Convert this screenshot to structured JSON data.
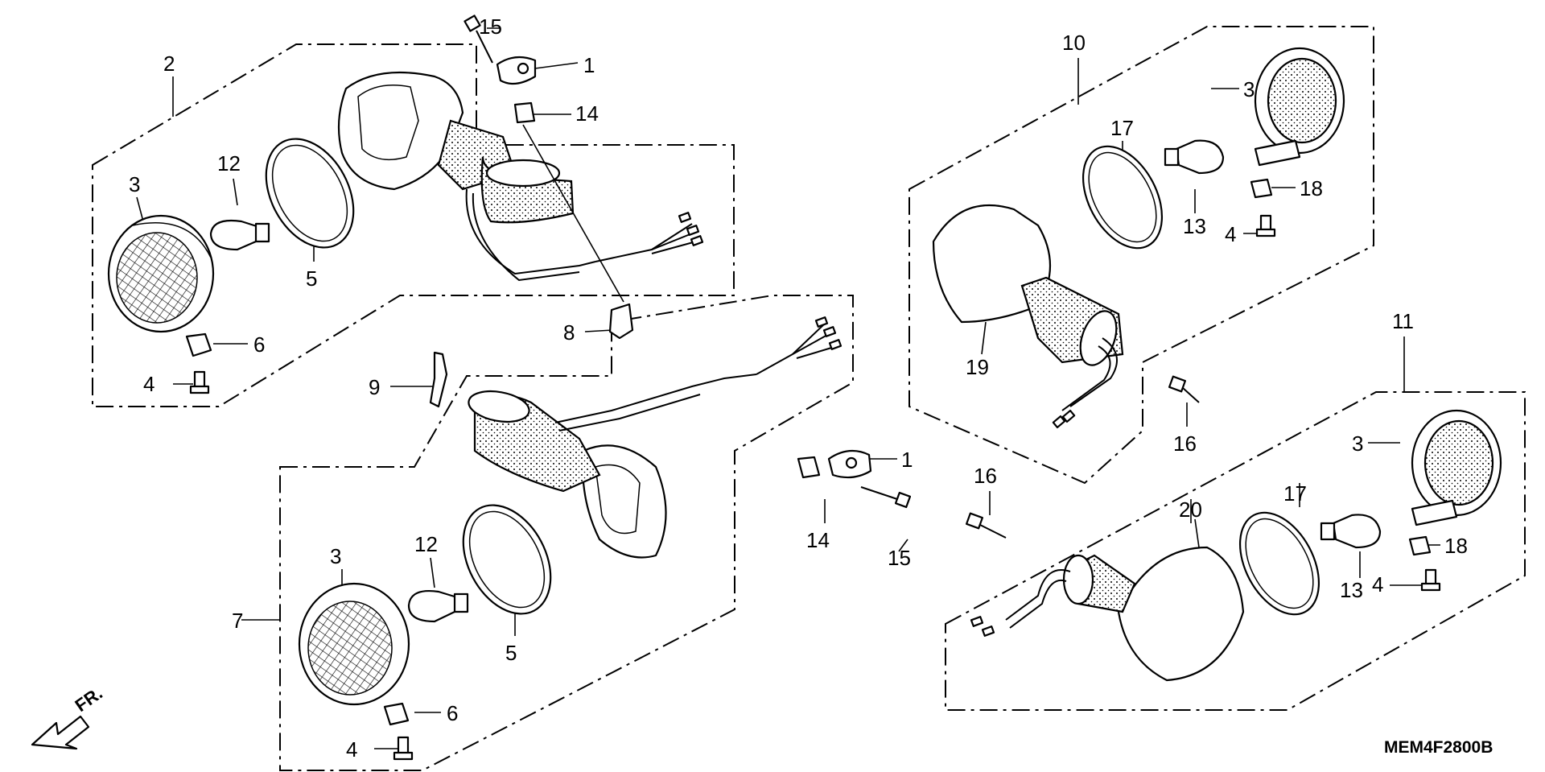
{
  "diagram": {
    "ref_code": "MEM4F2800B",
    "direction_label": "FR.",
    "labels": {
      "l1_top": "1",
      "l1_mid": "1",
      "l2": "2",
      "l3_a": "3",
      "l3_b": "3",
      "l3_c": "3",
      "l3_d": "3",
      "l4_a": "4",
      "l4_b": "4",
      "l4_c": "4",
      "l4_d": "4",
      "l5_a": "5",
      "l5_b": "5",
      "l6_a": "6",
      "l6_b": "6",
      "l7": "7",
      "l8": "8",
      "l9": "9",
      "l10": "10",
      "l11": "11",
      "l12_a": "12",
      "l12_b": "12",
      "l13_a": "13",
      "l13_b": "13",
      "l14_a": "14",
      "l14_b": "14",
      "l15_a": "15",
      "l15_b": "15",
      "l16_a": "16",
      "l16_b": "16",
      "l17_a": "17",
      "l17_b": "17",
      "l18_a": "18",
      "l18_b": "18",
      "l19": "19",
      "l20": "20"
    }
  }
}
